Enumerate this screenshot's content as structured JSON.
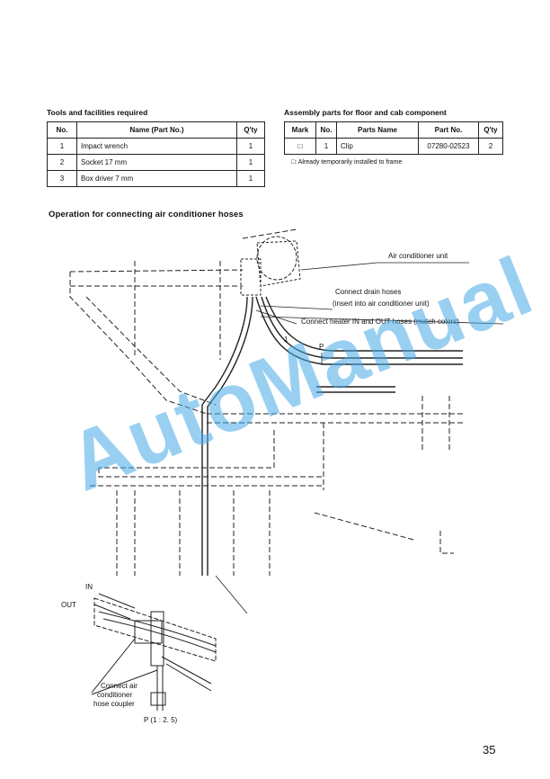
{
  "tools_table": {
    "title": "Tools and facilities required",
    "headers": [
      "No.",
      "Name (Part No.)",
      "Q'ty"
    ],
    "rows": [
      [
        "1",
        "Impact wrench",
        "1"
      ],
      [
        "2",
        "Socket 17 mm",
        "1"
      ],
      [
        "3",
        "Box driver 7 mm",
        "1"
      ]
    ]
  },
  "assembly_table": {
    "title": "Assembly parts for floor and cab component",
    "headers": [
      "Mark",
      "No.",
      "Parts Name",
      "Part No.",
      "Q'ty"
    ],
    "rows": [
      [
        "□",
        "1",
        "Clip",
        "07280-02523",
        "2"
      ]
    ],
    "note": "□: Already temporarily installed to frame"
  },
  "operation_title": "Operation for connecting air conditioner hoses",
  "diagram": {
    "callouts": {
      "air_conditioner_unit": "Air conditioner unit",
      "drain_line1": "Connect drain hoses",
      "drain_line2": "(insert into air conditioner unit)",
      "heater": "Connect heater IN and OUT hoses (match colors)",
      "in_label": "IN",
      "out_label": "OUT",
      "coupler_line1": "Connect air",
      "coupler_line2": "conditioner",
      "coupler_line3": "hose coupler",
      "p_mark": "P",
      "p_scale": "P (1 : 2. 5)",
      "num_1": "1"
    }
  },
  "watermark": "AutoManual",
  "page_number": "35"
}
